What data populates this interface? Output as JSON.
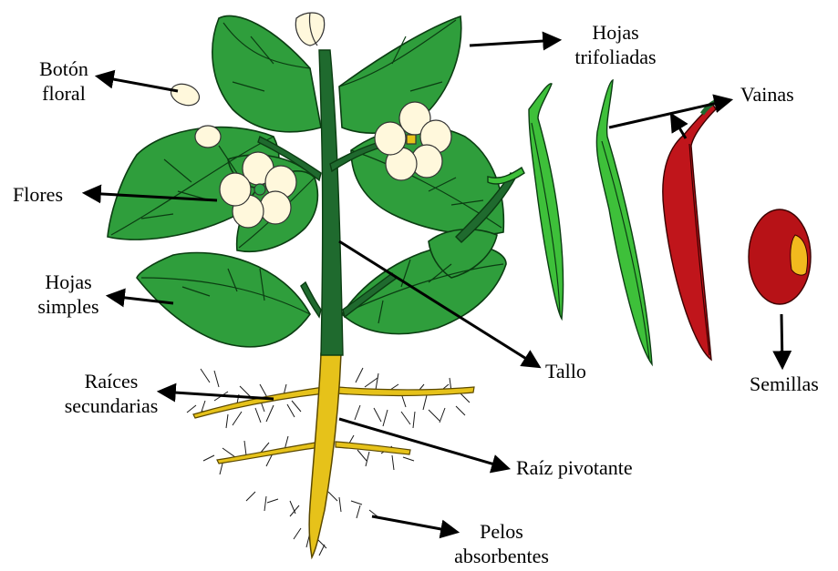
{
  "colors": {
    "leaf": "#2f9e3c",
    "leaf_outline": "#0b3d12",
    "stem": "#1f6a2e",
    "pod_green": "#3ec03a",
    "pod_red": "#c0151b",
    "root": "#e6c21a",
    "seed": "#b71217",
    "seed_hilum": "#f2b91e",
    "flower": "#fff8dc",
    "arrow": "#000000"
  },
  "labels": {
    "boton_floral": [
      "Botón",
      "floral"
    ],
    "hojas_trifoliadas": [
      "Hojas",
      "trifoliadas"
    ],
    "vainas": "Vainas",
    "flores": "Flores",
    "hojas_simples": [
      "Hojas",
      "simples"
    ],
    "tallo": "Tallo",
    "raices_secundarias": [
      "Raíces",
      "secundarias"
    ],
    "raiz_pivotante": "Raíz pivotante",
    "semillas": "Semillas",
    "pelos_absorbentes": [
      "Pelos",
      "absorbentes"
    ]
  }
}
